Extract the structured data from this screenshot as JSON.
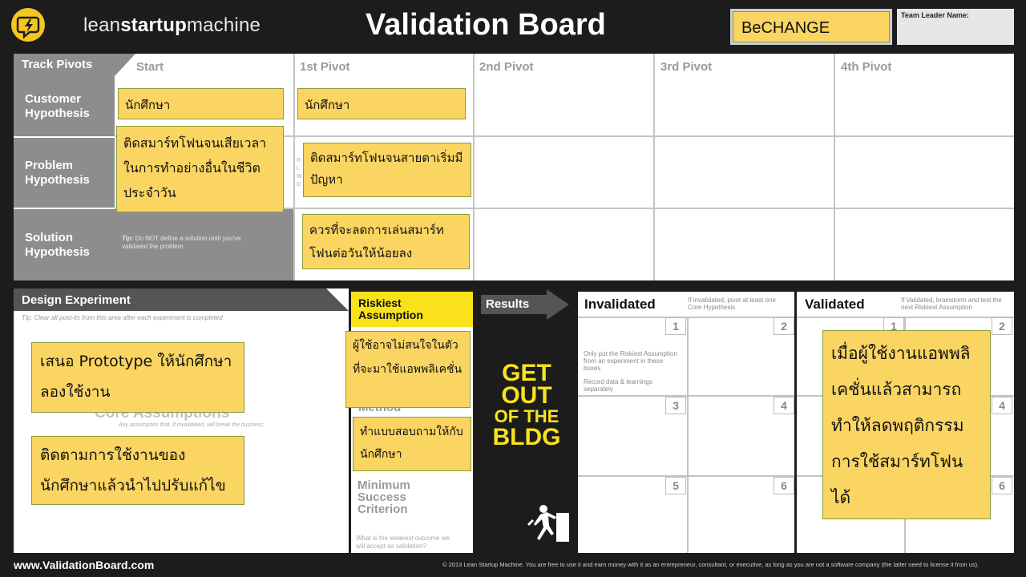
{
  "header": {
    "brand_light1": "lean",
    "brand_bold": "startup",
    "brand_light2": "machine",
    "title": "Validation Board",
    "team_name": "BeCHANGE",
    "team_leader_label": "Team Leader Name:"
  },
  "track_pivots": {
    "heading": "Track Pivots",
    "columns": [
      "Start",
      "1st Pivot",
      "2nd Pivot",
      "3rd Pivot",
      "4th Pivot"
    ],
    "rows": [
      "Customer Hypothesis",
      "Problem Hypothesis",
      "Solution Hypothesis"
    ],
    "solution_tip_label": "Tip:",
    "solution_tip": "Do NOT define a solution until you've validated the problem"
  },
  "notes": {
    "customer_start": "นักศึกษา",
    "customer_pivot1": "นักศึกษา",
    "problem_start": "ติดสมาร์ทโฟนจนเสียเวลาในการทำอย่างอื่นในชีวิตประจำวัน",
    "problem_pivot1": "ติดสมาร์ทโฟนจนสายตาเริ่มมีปัญหา",
    "solution_pivot1": "ควรที่จะลดการเล่นสมาร์ทโฟนต่อวันให้น้อยลง",
    "assumption_1": "เสนอ Prototype ให้นักศึกษาลองใช้งาน",
    "assumption_2": "ติดตามการใช้งานของนักศึกษาแล้วนำไปปรับแก้ไข",
    "riskiest": "ผู้ใช้อาจไม่สนใจในตัวที่จะมาใช้แอพพลิเคชั่น",
    "method": "ทำแบบสอบถามให้กับนักศึกษา",
    "validated": "เมื่อผู้ใช้งานแอพพลิเคชั่นแล้วสามารถทำให้ลดพฤติกรรมการใช้สมาร์ทโฟนได้"
  },
  "design_experiment": {
    "heading": "Design Experiment",
    "tip": "Tip: Clear all post-its from this area after each experiment is completed",
    "core_title": "Core Assumptions",
    "core_sub": "Any assumption that, if invalidated, will break the business",
    "riskiest_title": "Riskiest Assumption",
    "method_title": "Method",
    "msc_title": "Minimum Success Criterion",
    "msc_question": "What is the weakest outcome we will accept as validation?"
  },
  "results": {
    "label": "Results",
    "get_out_1": "GET",
    "get_out_2": "OUT",
    "get_out_3": "OF THE",
    "get_out_4": "BLDG",
    "invalidated_title": "Invalidated",
    "invalidated_note": "If invalidated, pivot at least one Core Hypothesis",
    "validated_title": "Validated",
    "validated_note": "If Validated, brainstorm and test the next Riskiest Assumption",
    "invalidated_tip": "Only put the Riskiest Assumption from an experiment in these boxes",
    "invalidated_tip2": "Record data & learnings separately",
    "box_numbers": [
      "1",
      "2",
      "3",
      "4",
      "5",
      "6"
    ]
  },
  "footer": {
    "url": "www.ValidationBoard.com",
    "copyright": "© 2013 Lean Startup Machine. You are free to use it and earn money with it as an entrepreneur, consultant, or executive, as long as you are not a software company (the latter need to license it from us)."
  },
  "colors": {
    "sticky_note": "#fbd561",
    "riskiest_yellow": "#f9e21c",
    "background": "#1c1c1c",
    "label_gray": "#8d8d8d"
  }
}
